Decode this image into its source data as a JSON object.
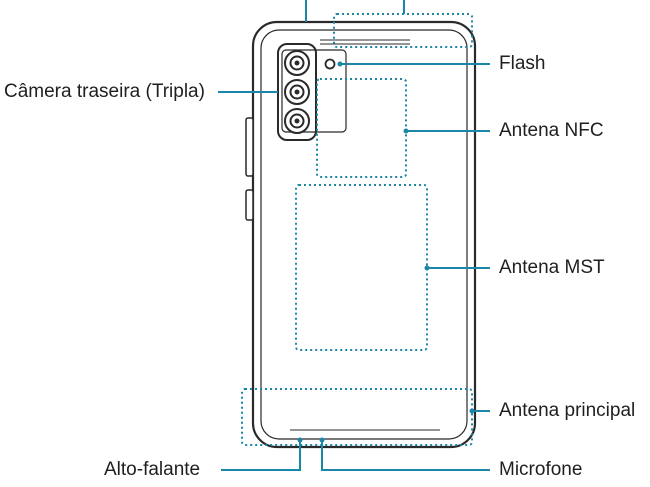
{
  "labels": {
    "rear_camera": "Câmera traseira (Tripla)",
    "flash": "Flash",
    "nfc_antenna": "Antena NFC",
    "mst_antenna": "Antena MST",
    "main_antenna": "Antena principal",
    "speaker": "Alto-falante",
    "microphone": "Microfone"
  },
  "colors": {
    "callout": "#1a86a8",
    "outline": "#2a2a2a",
    "text": "#1f1f1f"
  }
}
